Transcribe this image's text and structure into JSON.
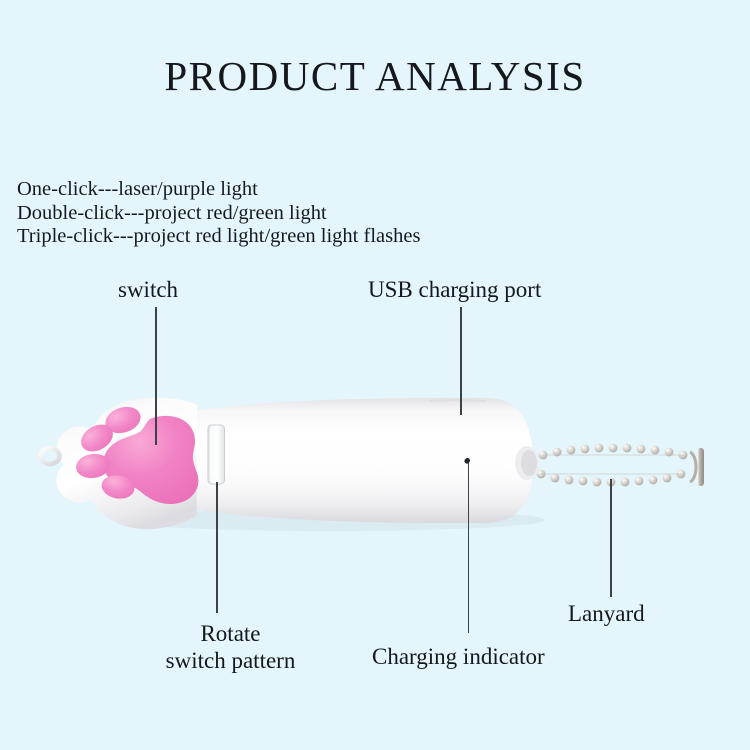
{
  "page": {
    "background_color": "#e4f6fb",
    "title": "PRODUCT ANALYSIS"
  },
  "instructions": [
    "One-click---laser/purple light",
    "Double-click---project red/green light",
    "Triple-click---project red light/green light flashes"
  ],
  "callouts": {
    "switch": "switch",
    "usb_charging_port": "USB charging port",
    "rotate_line1": "Rotate",
    "rotate_line2": "switch pattern",
    "charging_indicator": "Charging indicator",
    "lanyard": "Lanyard"
  },
  "product": {
    "name": "cat-paw-laser-pointer",
    "body_color": "#ffffff",
    "paw_pad_color": "#f07fc3",
    "chain_color": "#cfcbc6",
    "indicator_color": "#20262b",
    "leader_line_color": "#3c4348"
  }
}
